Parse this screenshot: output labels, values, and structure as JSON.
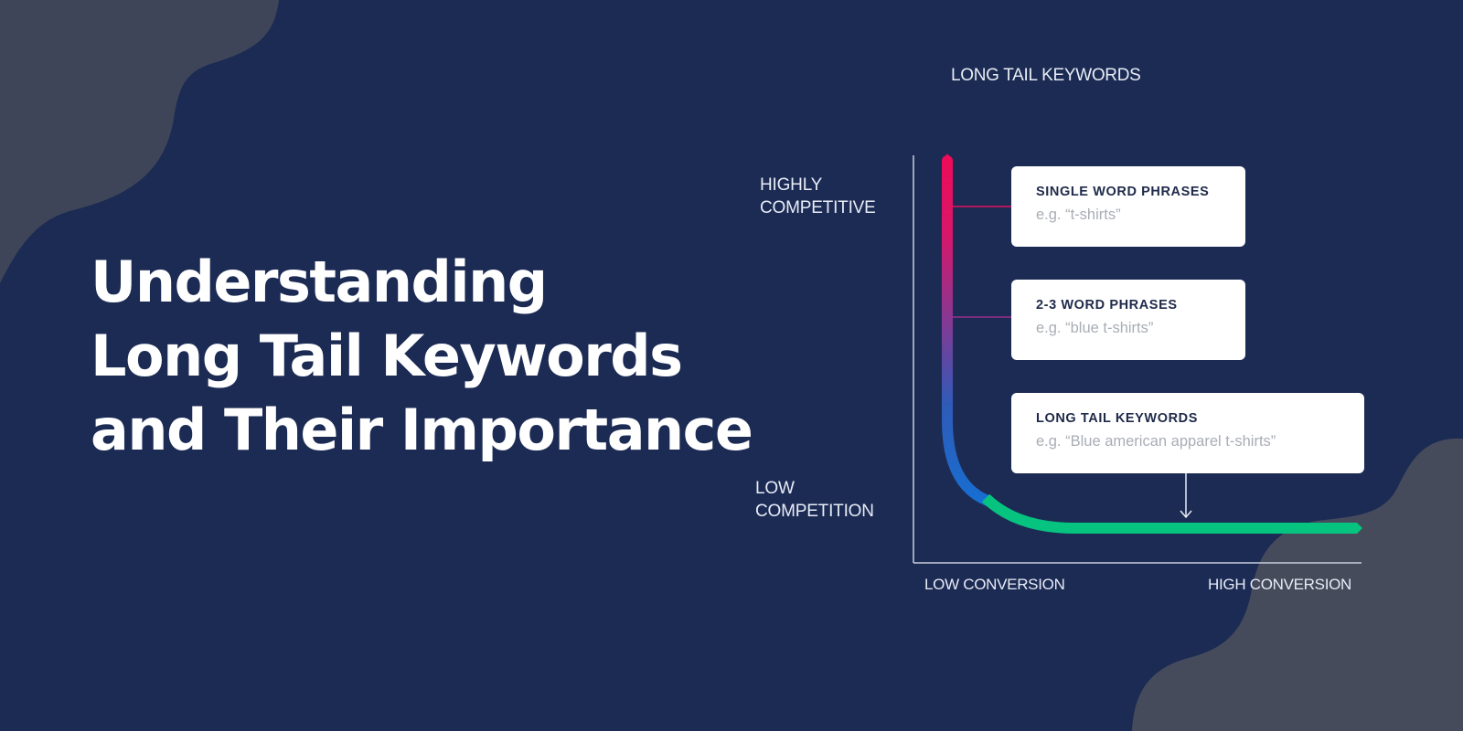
{
  "headline": {
    "lines": [
      "Understanding",
      "Long Tail Keywords",
      "and Their Importance"
    ]
  },
  "colors": {
    "background": "#1c2b54",
    "blob": "#454a59",
    "curve_top": "#ee0b58",
    "curve_mid": "#1b6fd0",
    "curve_bottom": "#06c37f",
    "card_bg": "#ffffff",
    "card_title": "#1f2a4a",
    "card_example": "#a9adb5",
    "axis": "#c8cfdf"
  },
  "chart_data": {
    "type": "diagram",
    "title": "LONG TAIL KEYWORDS",
    "y_axis": {
      "top_label": [
        "HIGHLY",
        "COMPETITIVE"
      ],
      "bottom_label": [
        "LOW",
        "COMPETITION"
      ]
    },
    "x_axis": {
      "left_label": "LOW CONVERSION",
      "right_label": "HIGH CONVERSION"
    },
    "curve": "L-shaped curve descending from high competition / low conversion to low competition / high conversion",
    "cards": [
      {
        "title": "SINGLE WORD PHRASES",
        "example": "e.g. “t-shirts”",
        "position": "high competition"
      },
      {
        "title": "2-3 WORD PHRASES",
        "example": "e.g. “blue t-shirts”",
        "position": "mid competition"
      },
      {
        "title": "LONG TAIL KEYWORDS",
        "example": "e.g. “Blue american apparel t-shirts”",
        "position": "low competition, high conversion"
      }
    ]
  }
}
